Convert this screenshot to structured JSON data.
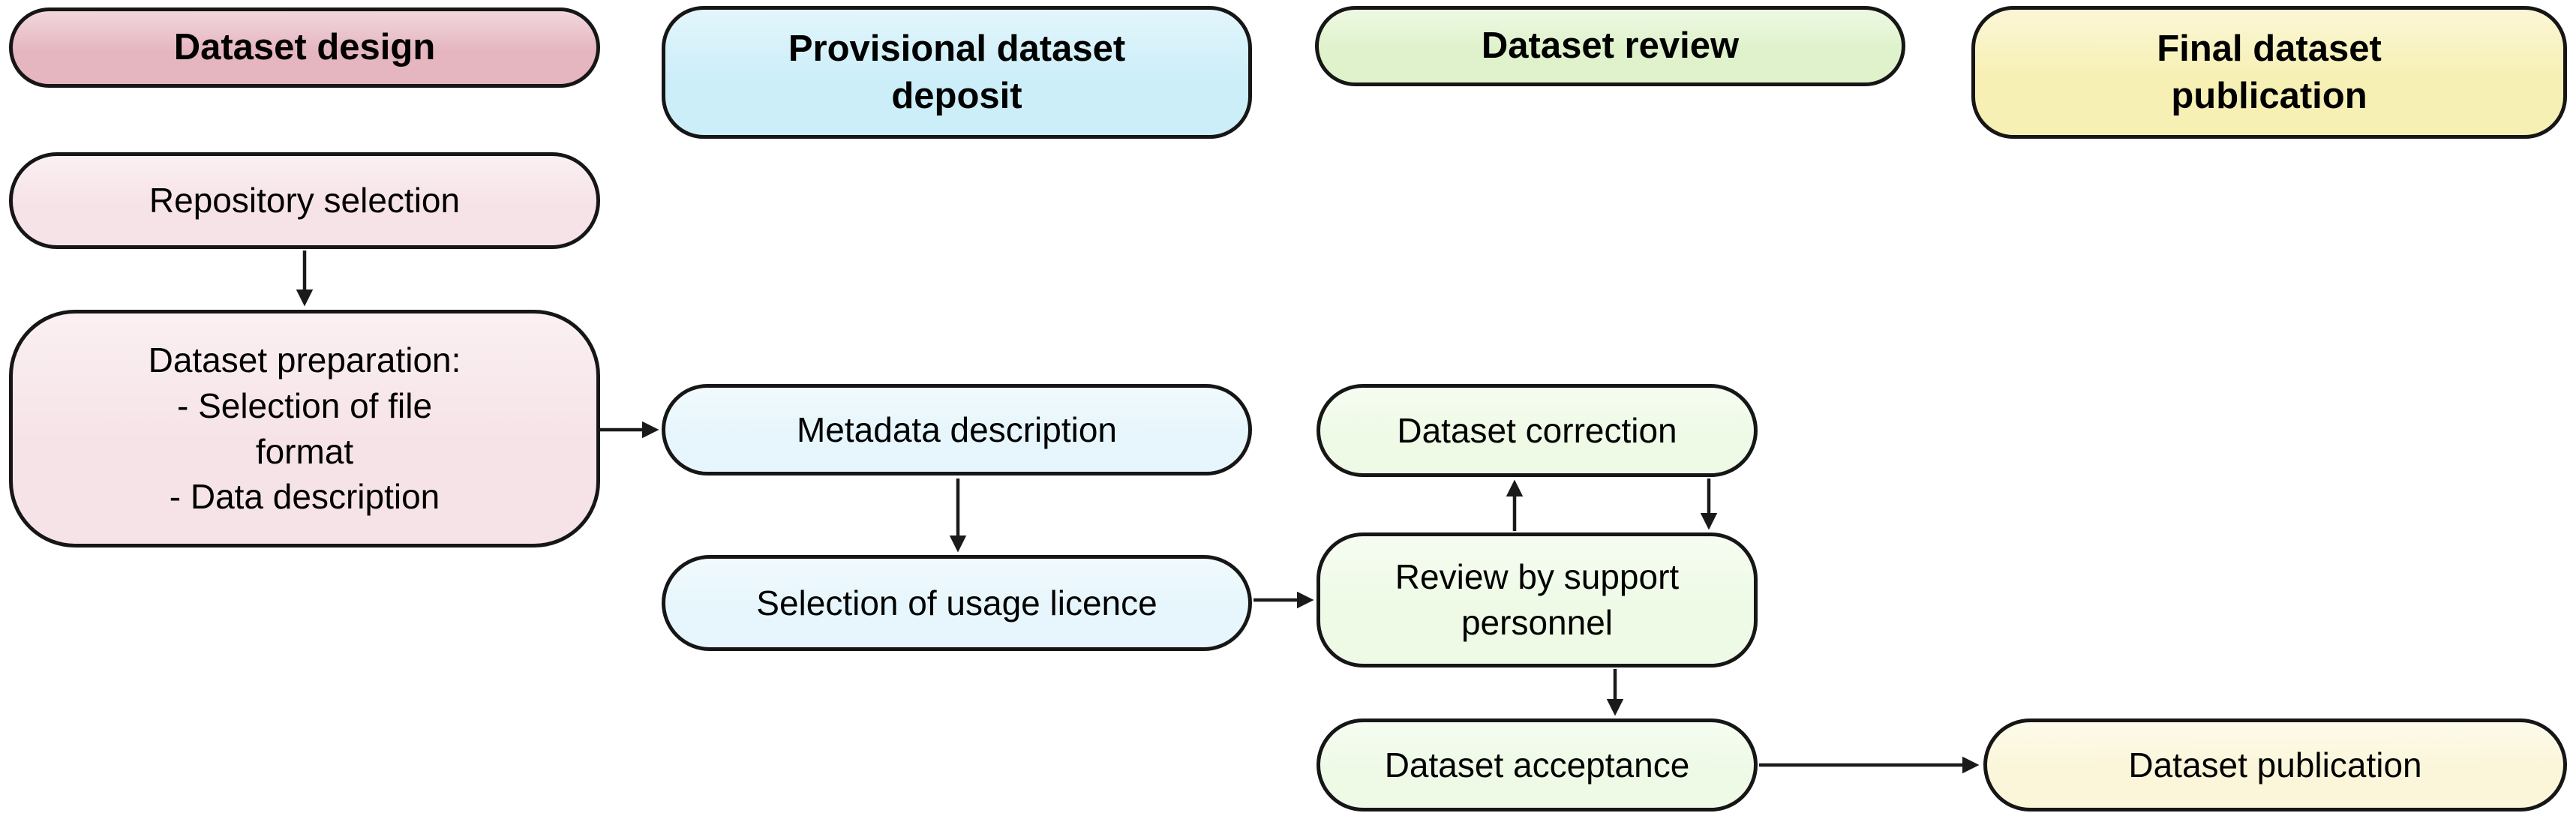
{
  "diagram": {
    "colors": {
      "background": "#ffffff",
      "border": "#161616",
      "arrow": "#1a1a1a",
      "design_header_bg": "#e5b6c0",
      "design_body_bg": "#f6e3e7",
      "deposit_header_bg": "#cceef9",
      "deposit_body_bg": "#e6f6fc",
      "review_header_bg": "#dff2cb",
      "review_body_bg": "#eefae6",
      "publication_header_bg": "#f7f0b4",
      "publication_body_bg": "#fbf6d9"
    },
    "phases": [
      {
        "id": "design",
        "lines": [
          "Dataset design"
        ]
      },
      {
        "id": "deposit",
        "lines": [
          "Provisional dataset",
          "deposit"
        ]
      },
      {
        "id": "review",
        "lines": [
          "Dataset review"
        ]
      },
      {
        "id": "publication",
        "lines": [
          "Final dataset",
          "publication"
        ]
      }
    ],
    "nodes": {
      "repository_selection": {
        "label": "Repository selection"
      },
      "dataset_preparation": {
        "lines": [
          "Dataset preparation:",
          "- Selection of file",
          "format",
          "- Data description"
        ]
      },
      "metadata_description": {
        "label": "Metadata description"
      },
      "usage_licence": {
        "label": "Selection of usage licence"
      },
      "dataset_correction": {
        "label": "Dataset correction"
      },
      "review_support": {
        "lines": [
          "Review by support",
          "personnel"
        ]
      },
      "dataset_acceptance": {
        "label": "Dataset acceptance"
      },
      "dataset_publication": {
        "label": "Dataset publication"
      }
    },
    "edges": [
      {
        "from": "repository_selection",
        "to": "dataset_preparation"
      },
      {
        "from": "dataset_preparation",
        "to": "metadata_description"
      },
      {
        "from": "metadata_description",
        "to": "usage_licence"
      },
      {
        "from": "usage_licence",
        "to": "review_support"
      },
      {
        "from": "review_support",
        "to": "dataset_correction"
      },
      {
        "from": "dataset_correction",
        "to": "review_support"
      },
      {
        "from": "review_support",
        "to": "dataset_acceptance"
      },
      {
        "from": "dataset_acceptance",
        "to": "dataset_publication"
      }
    ]
  }
}
